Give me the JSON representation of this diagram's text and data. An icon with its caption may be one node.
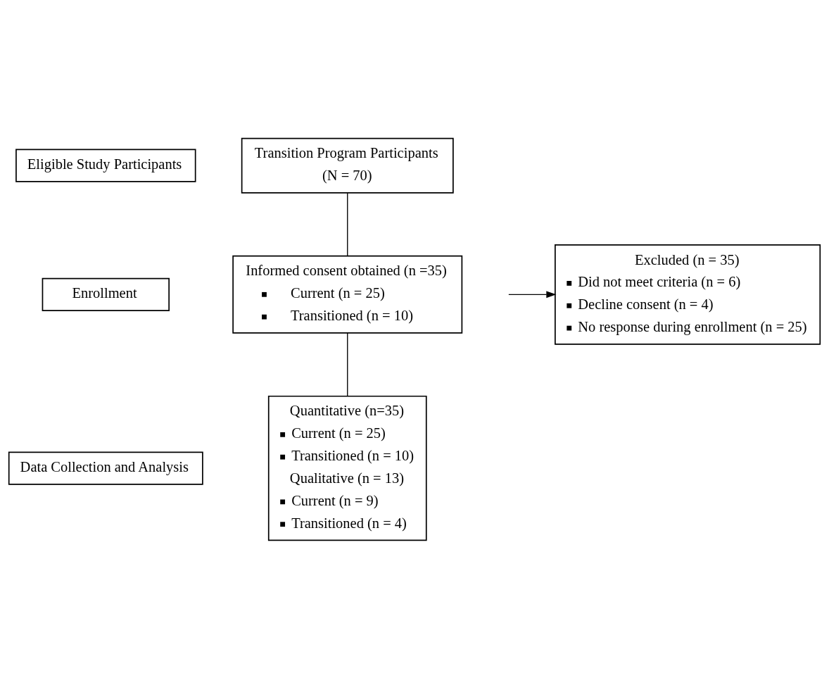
{
  "diagram": {
    "nodes": [
      {
        "text": [
          "Eligible Study Participants"
        ]
      },
      {
        "text": [
          "Transition Program Participants",
          "(N = 70)"
        ]
      },
      {
        "text": [
          "Excluded (n = 35)",
          "Did not meet criteria (n = 6)",
          "Decline consent (n = 4)",
          "No response during enrollment (n = 25)"
        ]
      },
      {
        "text": [
          "Enrollment"
        ]
      },
      {
        "text": [
          "Informed consent obtained (n =35)",
          "Current (n = 25)",
          "Transitioned (n = 10)"
        ]
      },
      {
        "text": [
          "Data Collection and Analysis"
        ]
      },
      {
        "text": [
          "Quantitative (n=35)",
          "Current (n = 25)",
          "Transitioned (n = 10)",
          "Qualitative (n = 13)",
          "Current (n = 9)",
          "Transitioned (n = 4)"
        ]
      }
    ],
    "edges": [
      {
        "from": 1,
        "to": 4,
        "arrow": "none"
      },
      {
        "from": null,
        "to": 2,
        "arrow": "to"
      },
      {
        "from": 4,
        "to": 6,
        "arrow": "none"
      }
    ]
  }
}
